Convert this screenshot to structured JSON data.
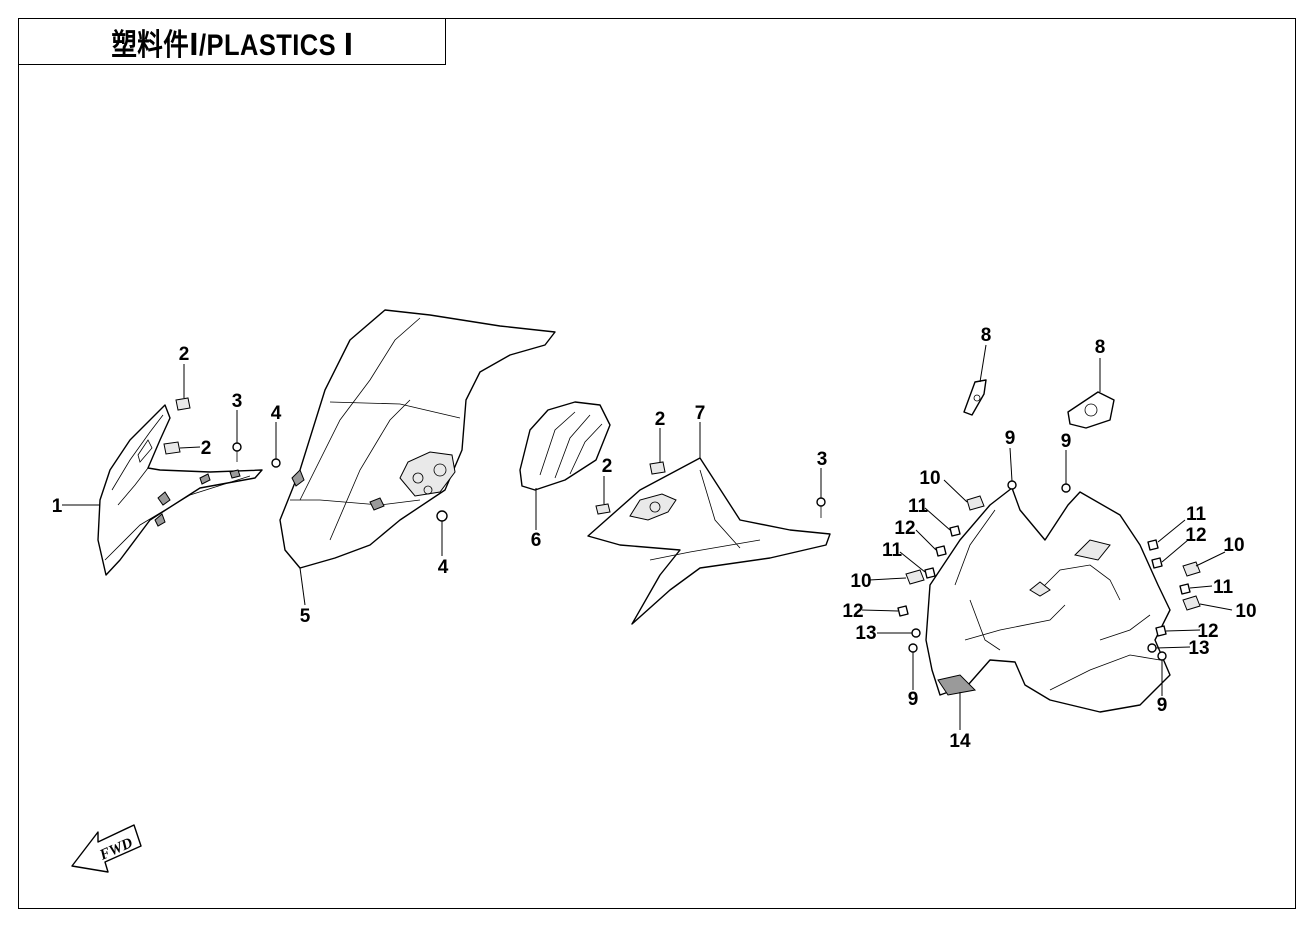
{
  "title": "塑料件Ⅰ/PLASTICS Ⅰ",
  "fwd_label": "FWD",
  "callouts": [
    "1",
    "2",
    "2",
    "3",
    "4",
    "4",
    "5",
    "6",
    "2",
    "2",
    "7",
    "3",
    "8",
    "8",
    "9",
    "9",
    "9",
    "9",
    "10",
    "10",
    "10",
    "10",
    "11",
    "11",
    "11",
    "11",
    "12",
    "12",
    "12",
    "12",
    "13",
    "13",
    "14"
  ]
}
